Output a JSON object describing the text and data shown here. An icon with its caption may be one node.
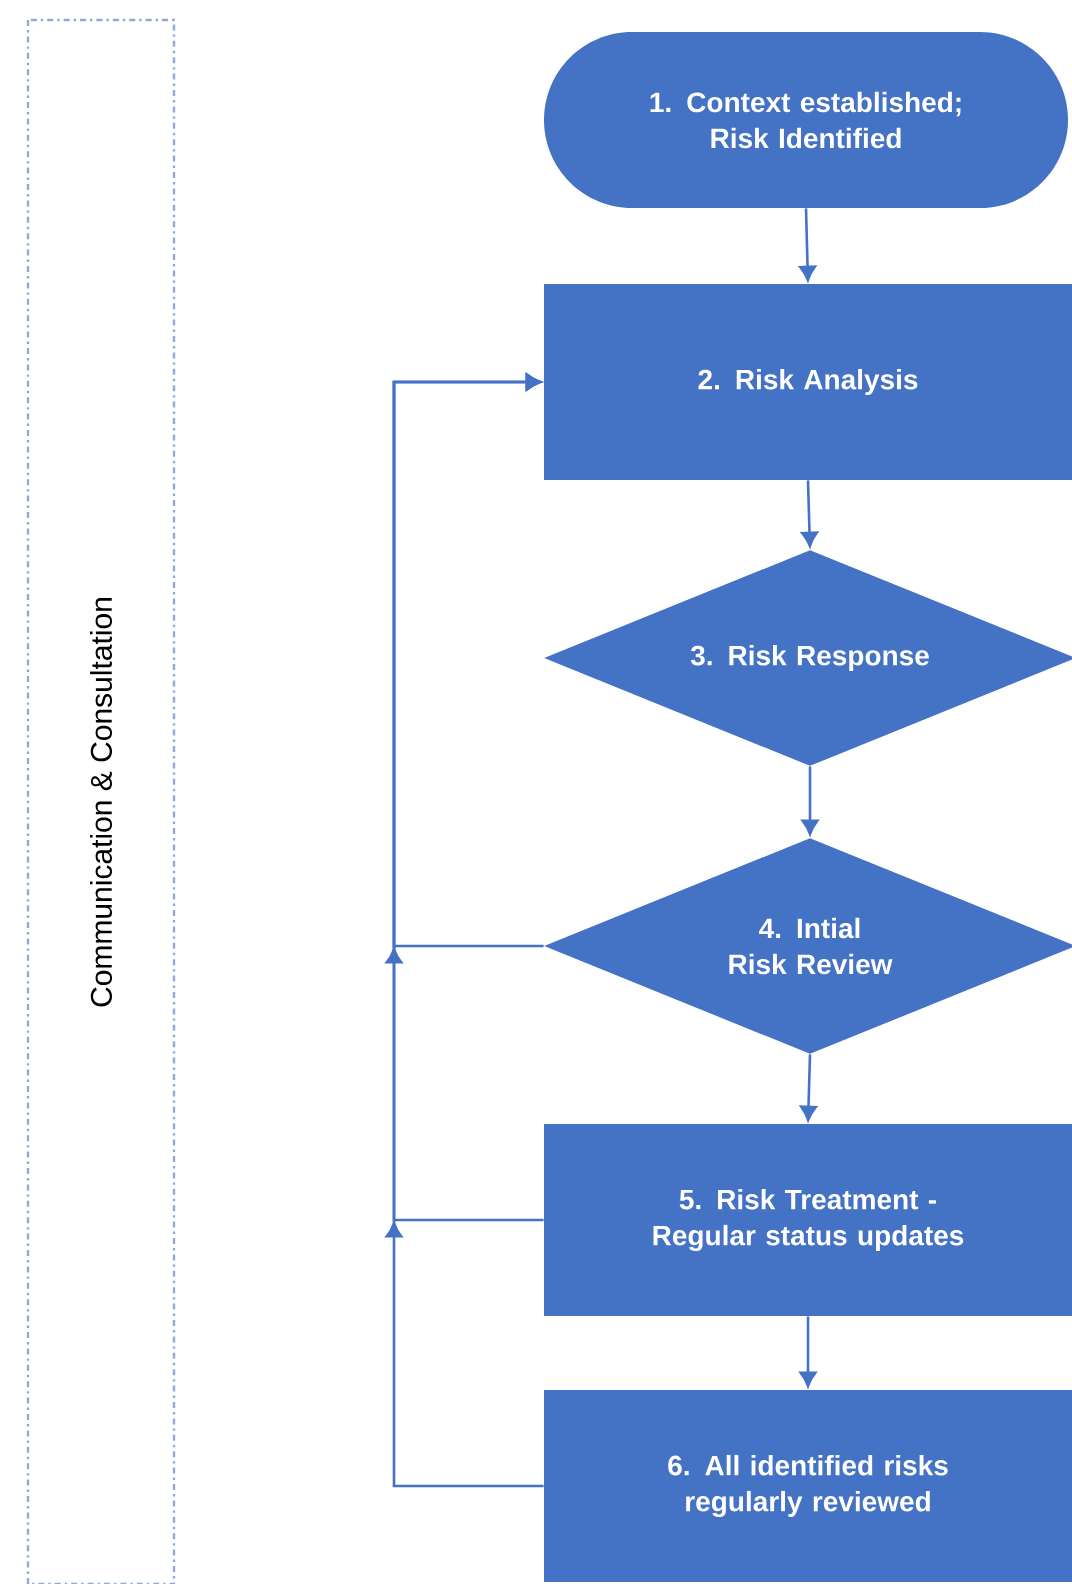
{
  "diagram": {
    "nodes": [
      {
        "text": [
          "Communication & Consultation"
        ]
      },
      {
        "text": [
          "1. Context established; Risk Identified"
        ]
      },
      {
        "text": [
          "2. Risk Analysis"
        ]
      },
      {
        "text": [
          "3. Risk Response"
        ]
      },
      {
        "text": [
          "4. Intial Risk Review"
        ]
      },
      {
        "text": [
          "5. Risk Treatment - Regular status updates"
        ]
      },
      {
        "text": [
          "6. All identified risks regularly reviewed"
        ]
      }
    ],
    "edges": [
      {
        "from": 1,
        "to": 2,
        "arrow": "to"
      },
      {
        "from": 2,
        "to": 3,
        "arrow": "to"
      },
      {
        "from": 3,
        "to": 4,
        "arrow": "to"
      },
      {
        "from": 4,
        "to": 5,
        "arrow": "to"
      },
      {
        "from": 5,
        "to": 6,
        "arrow": "to"
      },
      {
        "from": 4,
        "to": 2,
        "arrow": "to"
      },
      {
        "from": 5,
        "to": 2,
        "arrow": "to"
      },
      {
        "from": 6,
        "to": 2,
        "arrow": "to"
      }
    ]
  }
}
